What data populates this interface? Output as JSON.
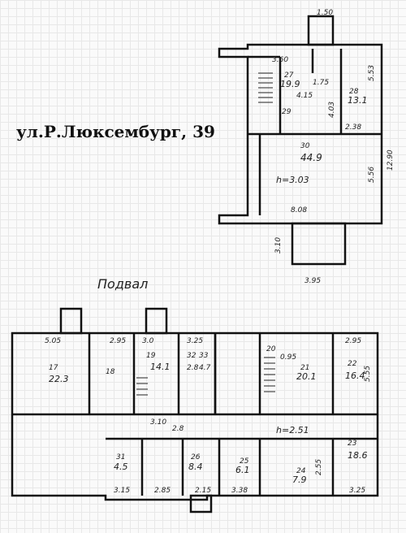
{
  "title": "ул.Р.Люксембург, 39",
  "basement_caption": "Подвал",
  "upper": {
    "top_dim": "1.50",
    "right_dim": "12.90",
    "left_top_dim": "3.60",
    "side_dim": "3.10",
    "bottom_dim": "3.95",
    "rooms": [
      {
        "id": "27",
        "area": "19.9",
        "extra": "1.75"
      },
      {
        "id": "28",
        "area": "13.1"
      },
      {
        "id": "29",
        "area": ""
      },
      {
        "id": "30",
        "area": "44.9",
        "height": "h=3.03"
      }
    ],
    "dims": [
      "5.53",
      "4.03",
      "2.38",
      "5.56",
      "8.08",
      "4.15"
    ]
  },
  "basement": {
    "dims": [
      "5.05",
      "2.95",
      "3.0",
      "3.25",
      "3.10",
      "2.8",
      "3.15",
      "2.85",
      "2.15",
      "3.38",
      "3.25",
      "2.95",
      "2.55",
      "5.55"
    ],
    "rooms": [
      {
        "id": "17",
        "area": "22.3"
      },
      {
        "id": "18",
        "area": ""
      },
      {
        "id": "19",
        "area": "14.1"
      },
      {
        "id": "20",
        "area": "0.95"
      },
      {
        "id": "21",
        "area": "20.1"
      },
      {
        "id": "22",
        "area": "16.4"
      },
      {
        "id": "23",
        "area": "18.6"
      },
      {
        "id": "24",
        "area": "7.9"
      },
      {
        "id": "25",
        "area": "6.1"
      },
      {
        "id": "26",
        "area": "8.4"
      },
      {
        "id": "31",
        "area": "4.5"
      },
      {
        "id": "32",
        "area": "2.8"
      },
      {
        "id": "33",
        "area": "4.7"
      }
    ],
    "height": "h=2.51"
  }
}
